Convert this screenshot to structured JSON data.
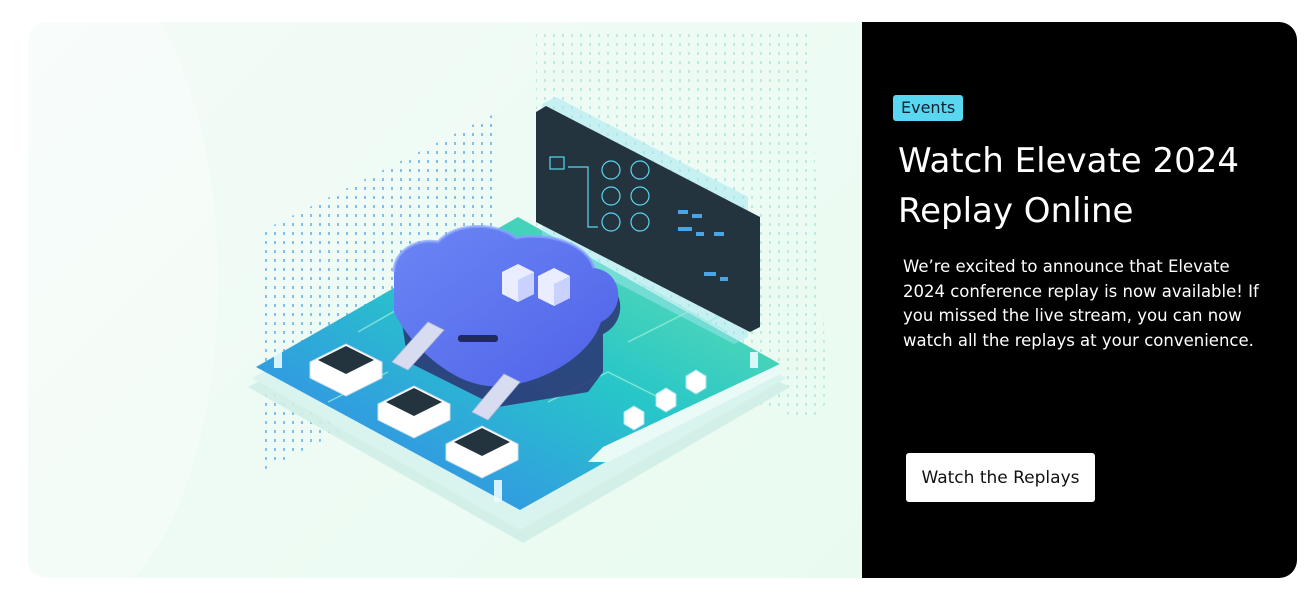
{
  "banner": {
    "tag_label": "Events",
    "title": "Watch Elevate 2024 Replay Online",
    "description": "We’re excited to announce that Elevate 2024 conference replay is now available! If you missed the live stream, you can now watch all the replays at your convenience.",
    "cta_label": "Watch the Replays"
  },
  "colors": {
    "panel_background": "#000000",
    "tag_background": "#5ad7f0",
    "cloud": "#5a73f0",
    "board": "#25c9c8",
    "screen": "#23343f"
  },
  "illustration": {
    "icon": "cloud-server-illustration"
  }
}
